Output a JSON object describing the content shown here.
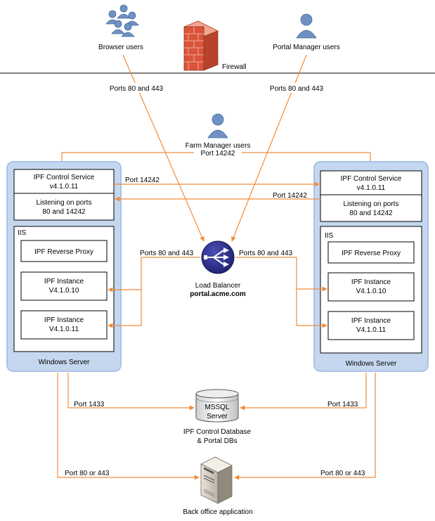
{
  "colors": {
    "arrow": "#f08c3c",
    "server_panel": "#c5d7ef",
    "server_panel_border": "#a9c3e6",
    "user_icon": "#6f91c3",
    "load_balancer": "#2b2d82",
    "firewall": "#d9543a"
  },
  "icons": {
    "browser_users": "user-group-icon",
    "portal_manager_users": "user-icon",
    "farm_manager_users": "user-icon",
    "firewall": "firewall-icon",
    "load_balancer": "load-balancer-icon",
    "database": "database-icon",
    "back_office": "server-tower-icon"
  },
  "labels": {
    "browser_users": "Browser users",
    "portal_manager_users": "Portal Manager users",
    "firewall": "Firewall",
    "farm_manager_users": "Farm Manager users",
    "ports_80_443": "Ports 80 and 443",
    "port_14242": "Port 14242",
    "port_1433": "Port 1433",
    "port_80_or_443": "Port 80 or 443",
    "load_balancer_title": "Load Balancer",
    "load_balancer_host": "portal.acme.com",
    "db_line1": "MSSQL",
    "db_line2": "Server",
    "db_caption_line1": "IPF Control Database",
    "db_caption_line2": "& Portal DBs",
    "back_office": "Back office application"
  },
  "servers": [
    {
      "control_service_line1": "IPF Control Service",
      "control_service_line2": "v4.1.0.11",
      "listening_line1": "Listening on ports",
      "listening_line2": "80 and 14242",
      "iis_label": "IIS",
      "reverse_proxy": "IPF Reverse Proxy",
      "instance1_line1": "IPF Instance",
      "instance1_line2": "V4.1.0.10",
      "instance2_line1": "IPF Instance",
      "instance2_line2": "V4.1.0.11",
      "caption": "Windows Server"
    },
    {
      "control_service_line1": "IPF Control Service",
      "control_service_line2": "v4.1.0.11",
      "listening_line1": "Listening on ports",
      "listening_line2": "80 and 14242",
      "iis_label": "IIS",
      "reverse_proxy": "IPF Reverse Proxy",
      "instance1_line1": "IPF Instance",
      "instance1_line2": "V4.1.0.10",
      "instance2_line1": "IPF Instance",
      "instance2_line2": "V4.1.0.11",
      "caption": "Windows Server"
    }
  ]
}
